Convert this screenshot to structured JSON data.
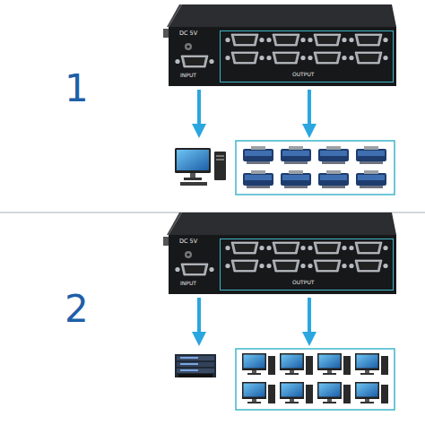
{
  "diagram": {
    "nodes": [
      {
        "text": [
          "DC 5V",
          "INPUT"
        ]
      },
      {
        "text": [
          "OUTPUT"
        ],
        "in": 0
      },
      {
        "text": [
          "DC 5V",
          "INPUT"
        ]
      },
      {
        "text": [
          "OUTPUT"
        ],
        "in": 2
      }
    ],
    "labels": [
      "1",
      "2"
    ]
  }
}
